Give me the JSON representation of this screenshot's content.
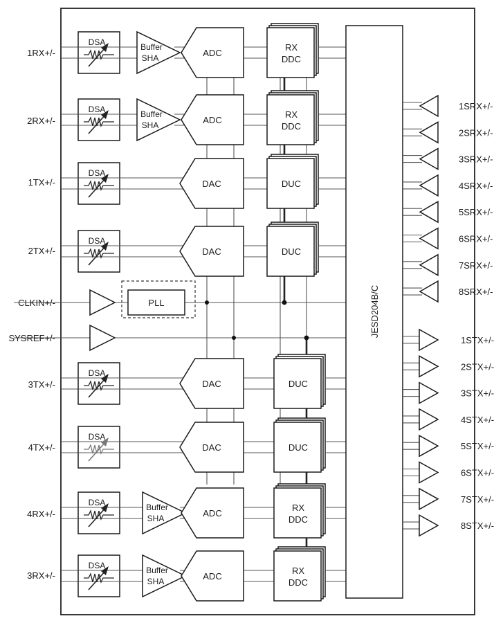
{
  "left_ports": {
    "rx1": "1RX+/-",
    "rx2": "2RX+/-",
    "tx1": "1TX+/-",
    "tx2": "2TX+/-",
    "clkin": "CLKIN+/-",
    "sysref": "SYSREF+/-",
    "tx3": "3TX+/-",
    "tx4": "4TX+/-",
    "rx4": "4RX+/-",
    "rx3": "3RX+/-"
  },
  "blocks": {
    "dsa": "DSA",
    "buffer": "Buffer",
    "sha": "SHA",
    "adc": "ADC",
    "dac": "DAC",
    "rx": "RX",
    "ddc": "DDC",
    "duc": "DUC",
    "pll": "PLL",
    "jesd": "JESD204B/C"
  },
  "srx_ports": [
    "1SRX+/-",
    "2SRX+/-",
    "3SRX+/-",
    "4SRX+/-",
    "5SRX+/-",
    "6SRX+/-",
    "7SRX+/-",
    "8SRX+/-"
  ],
  "stx_ports": [
    "1STX+/-",
    "2STX+/-",
    "3STX+/-",
    "4STX+/-",
    "5STX+/-",
    "6STX+/-",
    "7STX+/-",
    "8STX+/-"
  ]
}
